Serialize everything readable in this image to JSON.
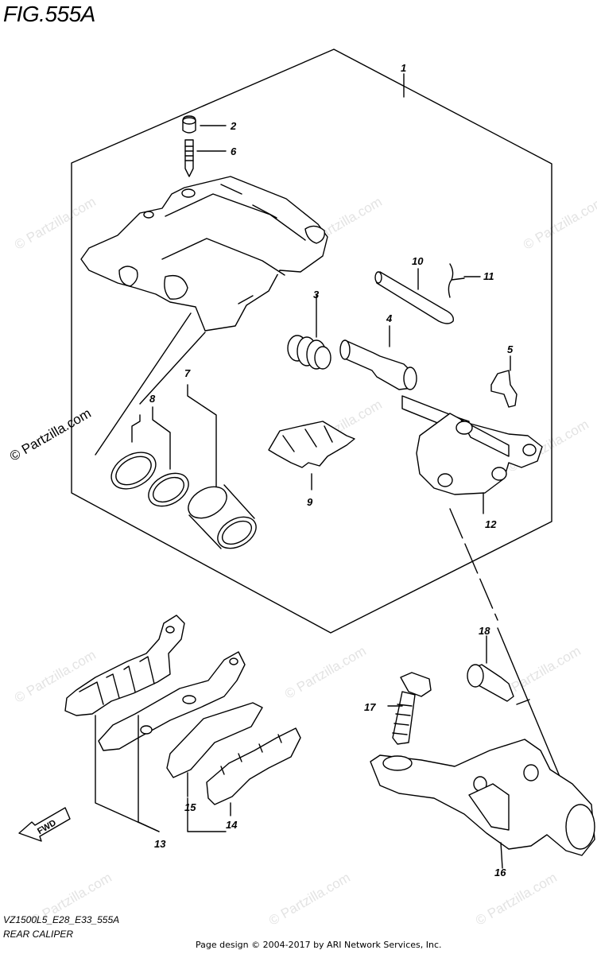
{
  "figure": {
    "title": "FIG.555A",
    "code": "VZ1500L5_E28_E33_555A",
    "name": "REAR CALIPER",
    "credit": "Page design © 2004-2017 by ARI Network Services, Inc.",
    "copyright": "© Partzilla.com",
    "watermark": "© Partzilla.com"
  },
  "callouts": [
    "1",
    "2",
    "6",
    "3",
    "4",
    "10",
    "11",
    "5",
    "7",
    "8",
    "9",
    "12",
    "18",
    "17",
    "13",
    "15",
    "14",
    "16"
  ],
  "direction_arrow": {
    "label": "FWD"
  }
}
